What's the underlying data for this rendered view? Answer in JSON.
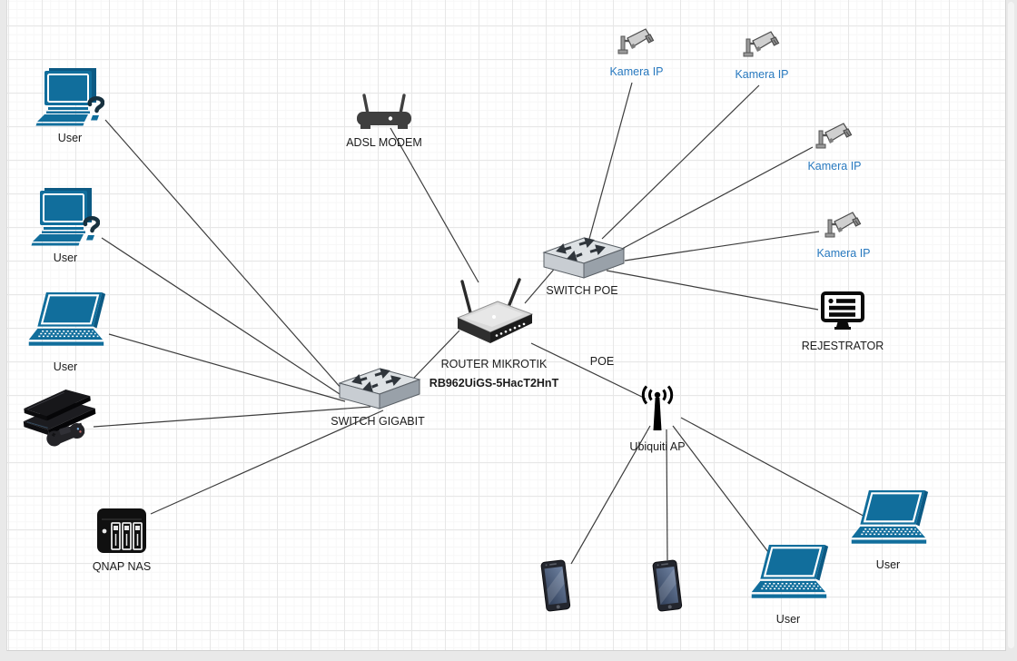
{
  "app": {
    "kind": "network-diagram-canvas"
  },
  "colors": {
    "device_teal": "#116E9C",
    "camera_label": "#2879BF",
    "line_color": "#3C3C3C",
    "label_color": "#1B1B1B",
    "canvas_bg": "#E9E9E9",
    "grid_major": "#E7E7E7",
    "grid_minor": "#F7F7F7"
  },
  "diagram": {
    "nodes": {
      "user_pc1": {
        "label": "User",
        "type": "desktop-computer"
      },
      "user_pc2": {
        "label": "User",
        "type": "desktop-computer"
      },
      "user_laptop_left": {
        "label": "User",
        "type": "laptop"
      },
      "ps4": {
        "label": "",
        "type": "game-console"
      },
      "qnap": {
        "label": "QNAP NAS",
        "type": "nas"
      },
      "adsl": {
        "label": "ADSL MODEM",
        "type": "adsl-modem"
      },
      "router": {
        "label": "ROUTER MIKROTIK",
        "sublabel": "RB962UiGS-5HacT2HnT",
        "type": "wireless-router"
      },
      "switch_gigabit": {
        "label": "SWITCH GIGABIT",
        "type": "network-switch"
      },
      "switch_poe": {
        "label": "SWITCH POE",
        "type": "network-switch"
      },
      "cam1": {
        "label": "Kamera IP",
        "type": "ip-camera"
      },
      "cam2": {
        "label": "Kamera IP",
        "type": "ip-camera"
      },
      "cam3": {
        "label": "Kamera IP",
        "type": "ip-camera"
      },
      "cam4": {
        "label": "Kamera IP",
        "type": "ip-camera"
      },
      "rejestrator": {
        "label": "REJESTRATOR",
        "type": "dvr-monitor"
      },
      "ap": {
        "label": "Ubiquiti AP",
        "type": "access-point"
      },
      "phone1": {
        "label": "",
        "type": "smartphone"
      },
      "phone2": {
        "label": "",
        "type": "smartphone"
      },
      "user_laptop_bottom": {
        "label": "User",
        "type": "laptop"
      },
      "user_laptop_right": {
        "label": "User",
        "type": "laptop"
      }
    },
    "edge_labels": {
      "poe": "POE"
    },
    "connections": [
      {
        "from": "user_pc1",
        "to": "switch_gigabit"
      },
      {
        "from": "user_pc2",
        "to": "switch_gigabit"
      },
      {
        "from": "user_laptop_left",
        "to": "switch_gigabit"
      },
      {
        "from": "ps4",
        "to": "switch_gigabit"
      },
      {
        "from": "qnap",
        "to": "switch_gigabit"
      },
      {
        "from": "switch_gigabit",
        "to": "router"
      },
      {
        "from": "adsl",
        "to": "router"
      },
      {
        "from": "router",
        "to": "switch_poe"
      },
      {
        "from": "router",
        "to": "ap",
        "label": "POE"
      },
      {
        "from": "switch_poe",
        "to": "cam1"
      },
      {
        "from": "switch_poe",
        "to": "cam2"
      },
      {
        "from": "switch_poe",
        "to": "cam3"
      },
      {
        "from": "switch_poe",
        "to": "cam4"
      },
      {
        "from": "switch_poe",
        "to": "rejestrator"
      },
      {
        "from": "ap",
        "to": "phone1"
      },
      {
        "from": "ap",
        "to": "phone2"
      },
      {
        "from": "ap",
        "to": "user_laptop_bottom"
      },
      {
        "from": "ap",
        "to": "user_laptop_right"
      }
    ]
  }
}
